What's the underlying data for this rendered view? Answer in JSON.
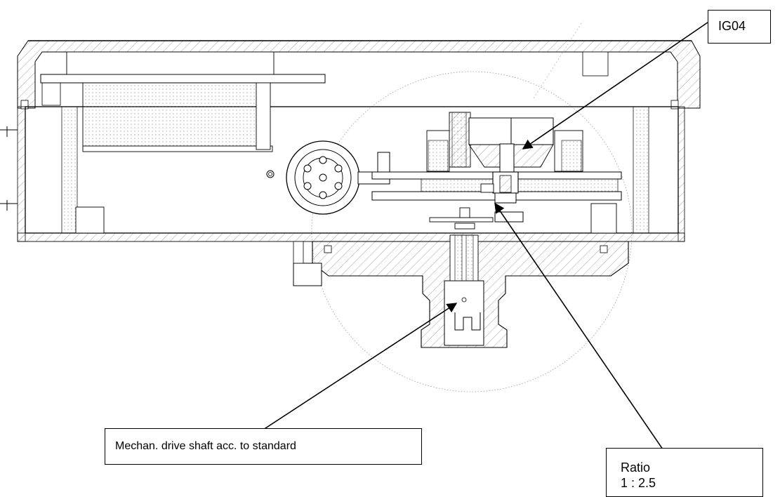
{
  "labels": {
    "ig04": "IG04",
    "drive_shaft": "Mechan. drive shaft acc. to standard",
    "ratio_title": "Ratio",
    "ratio_value": "1 : 2.5"
  },
  "colors": {
    "line": "#000000",
    "hatch": "#777777",
    "background": "#ffffff"
  }
}
